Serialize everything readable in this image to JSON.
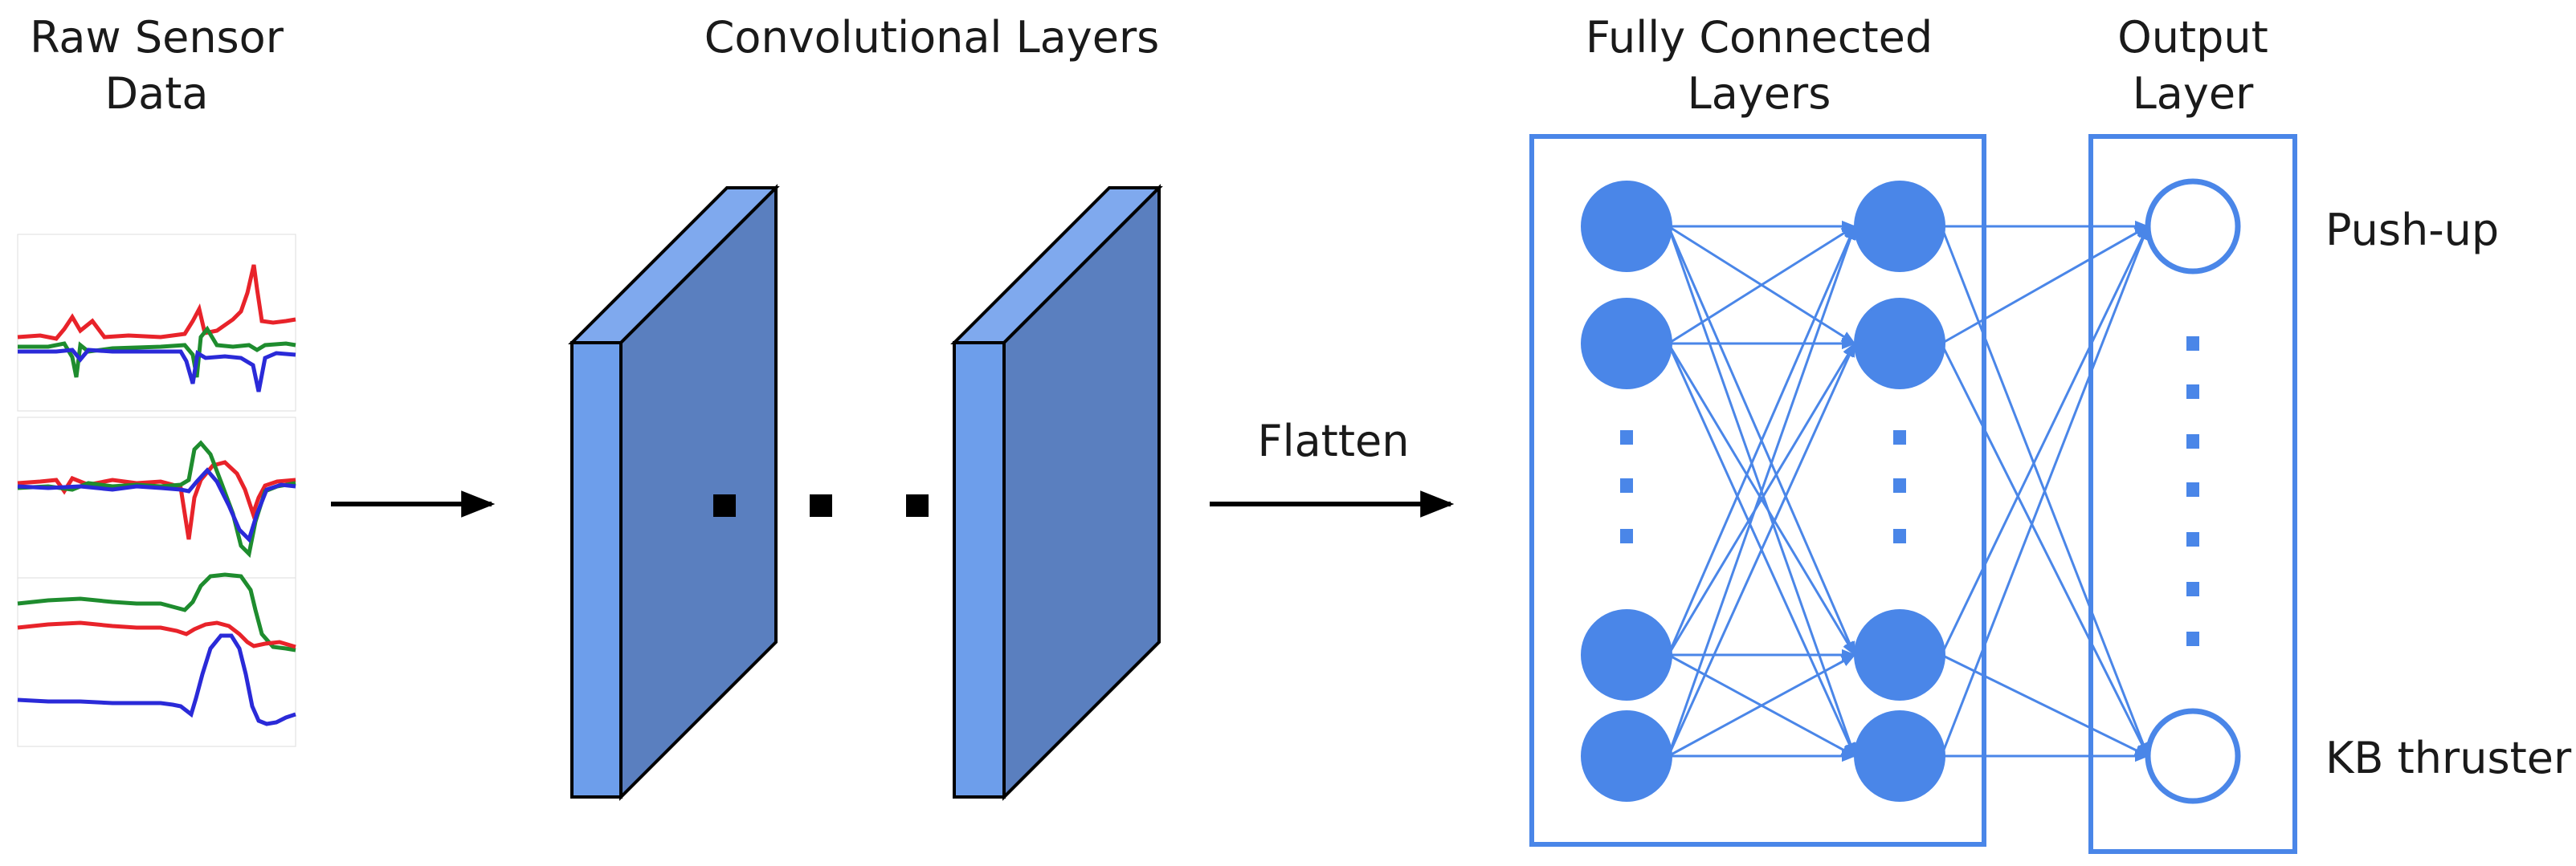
{
  "labels": {
    "raw_line1": "Raw Sensor",
    "raw_line2": "Data",
    "conv": "Convolutional Layers",
    "fc_line1": "Fully Connected",
    "fc_line2": "Layers",
    "out_line1": "Output",
    "out_line2": "Layer",
    "flatten": "Flatten",
    "class_top": "Push-up",
    "class_bottom": "KB thruster"
  },
  "colors": {
    "neuron": "#4a86e8",
    "box": "#4a86e8",
    "conv_front": "#6d9eeb",
    "conv_side": "#5a7fbf",
    "arrow": "#000000",
    "signal_red": "#e8232a",
    "signal_green": "#1e8c2e",
    "signal_blue": "#2a2ad8"
  }
}
